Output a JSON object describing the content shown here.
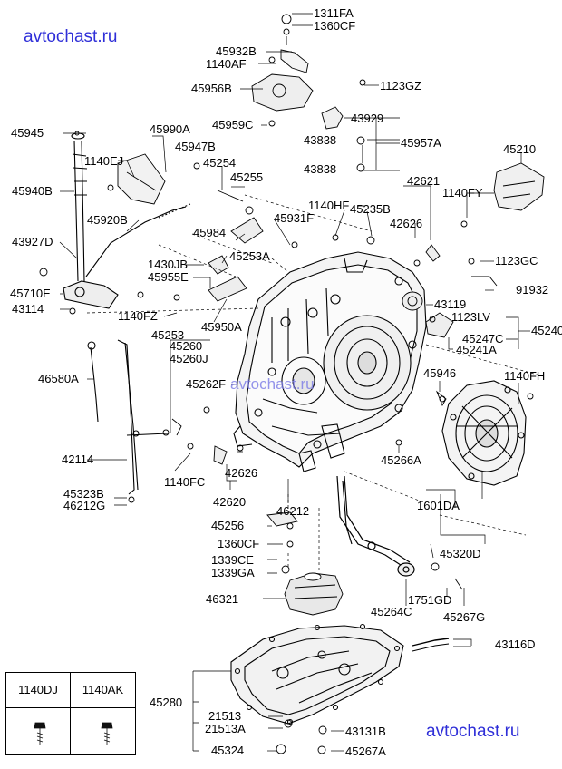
{
  "watermark": {
    "top": "avtochast.ru",
    "center": "avtochast.ru",
    "bottom": "avtochast.ru",
    "color": "#2f2fd8"
  },
  "legend": {
    "col1": "1140DJ",
    "col2": "1140AK"
  },
  "parts": {
    "p1311FA": "1311FA",
    "p1360CF_top": "1360CF",
    "p45932B": "45932B",
    "p1140AF": "1140AF",
    "p45956B": "45956B",
    "p1123GZ": "1123GZ",
    "p45945": "45945",
    "p45990A": "45990A",
    "p45959C": "45959C",
    "p43929": "43929",
    "p43838_a": "43838",
    "p43838_b": "43838",
    "p45957A": "45957A",
    "p45210": "45210",
    "p45947B": "45947B",
    "p45254": "45254",
    "p1140EJ": "1140EJ",
    "p45255": "45255",
    "p45940B": "45940B",
    "p42621": "42621",
    "p1140FY": "1140FY",
    "p1140HF": "1140HF",
    "p45235B": "45235B",
    "p45920B": "45920B",
    "p45931F": "45931F",
    "p42626_top": "42626",
    "p45984": "45984",
    "p43927D": "43927D",
    "p45253A": "45253A",
    "p1430JB": "1430JB",
    "p1123GC": "1123GC",
    "p45955E": "45955E",
    "p45710E": "45710E",
    "p91932": "91932",
    "p43114": "43114",
    "p43119": "43119",
    "p1140FZ": "1140FZ",
    "p45950A": "45950A",
    "p1123LV": "1123LV",
    "p45240": "45240",
    "p45253": "45253",
    "p45247C": "45247C",
    "p45260": "45260",
    "p45241A": "45241A",
    "p45260J": "45260J",
    "p46580A": "46580A",
    "p45262F": "45262F",
    "p45946": "45946",
    "p1140FH": "1140FH",
    "p42114": "42114",
    "p42626_mid": "42626",
    "p45266A": "45266A",
    "p1140FC": "1140FC",
    "p45323B": "45323B",
    "p46212G": "46212G",
    "p42620": "42620",
    "p46212": "46212",
    "p1601DA": "1601DA",
    "p45256": "45256",
    "p1360CF_mid": "1360CF",
    "p45320D": "45320D",
    "p1339CE": "1339CE",
    "p1339GA": "1339GA",
    "p1751GD": "1751GD",
    "p46321": "46321",
    "p45264C": "45264C",
    "p45267G": "45267G",
    "p43116D": "43116D",
    "p45280": "45280",
    "p21513": "21513",
    "p21513A": "21513A",
    "p43131B": "43131B",
    "p45324": "45324",
    "p45267A": "45267A"
  }
}
